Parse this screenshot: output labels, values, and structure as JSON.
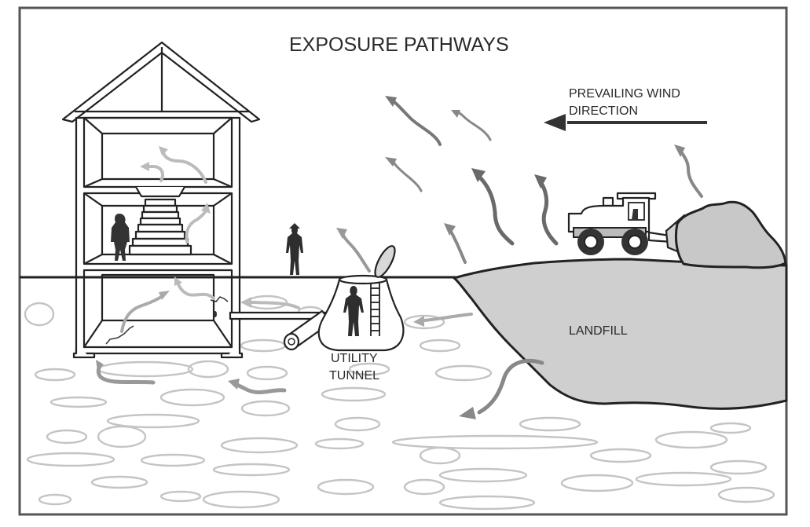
{
  "title": "EXPOSURE PATHWAYS",
  "wind": {
    "line1": "PREVAILING WIND",
    "line2": "DIRECTION",
    "arrow_icon": "left-arrow-icon"
  },
  "labels": {
    "utility_line1": "UTILITY",
    "utility_line2": "TUNNEL",
    "landfill": "LANDFILL"
  },
  "colors": {
    "frame": "#555555",
    "ink": "#222222",
    "landfill_fill": "#cfcfcf",
    "vapor": "#9a9a9a",
    "soil_blob": "#c4c4c4",
    "background": "#ffffff"
  }
}
